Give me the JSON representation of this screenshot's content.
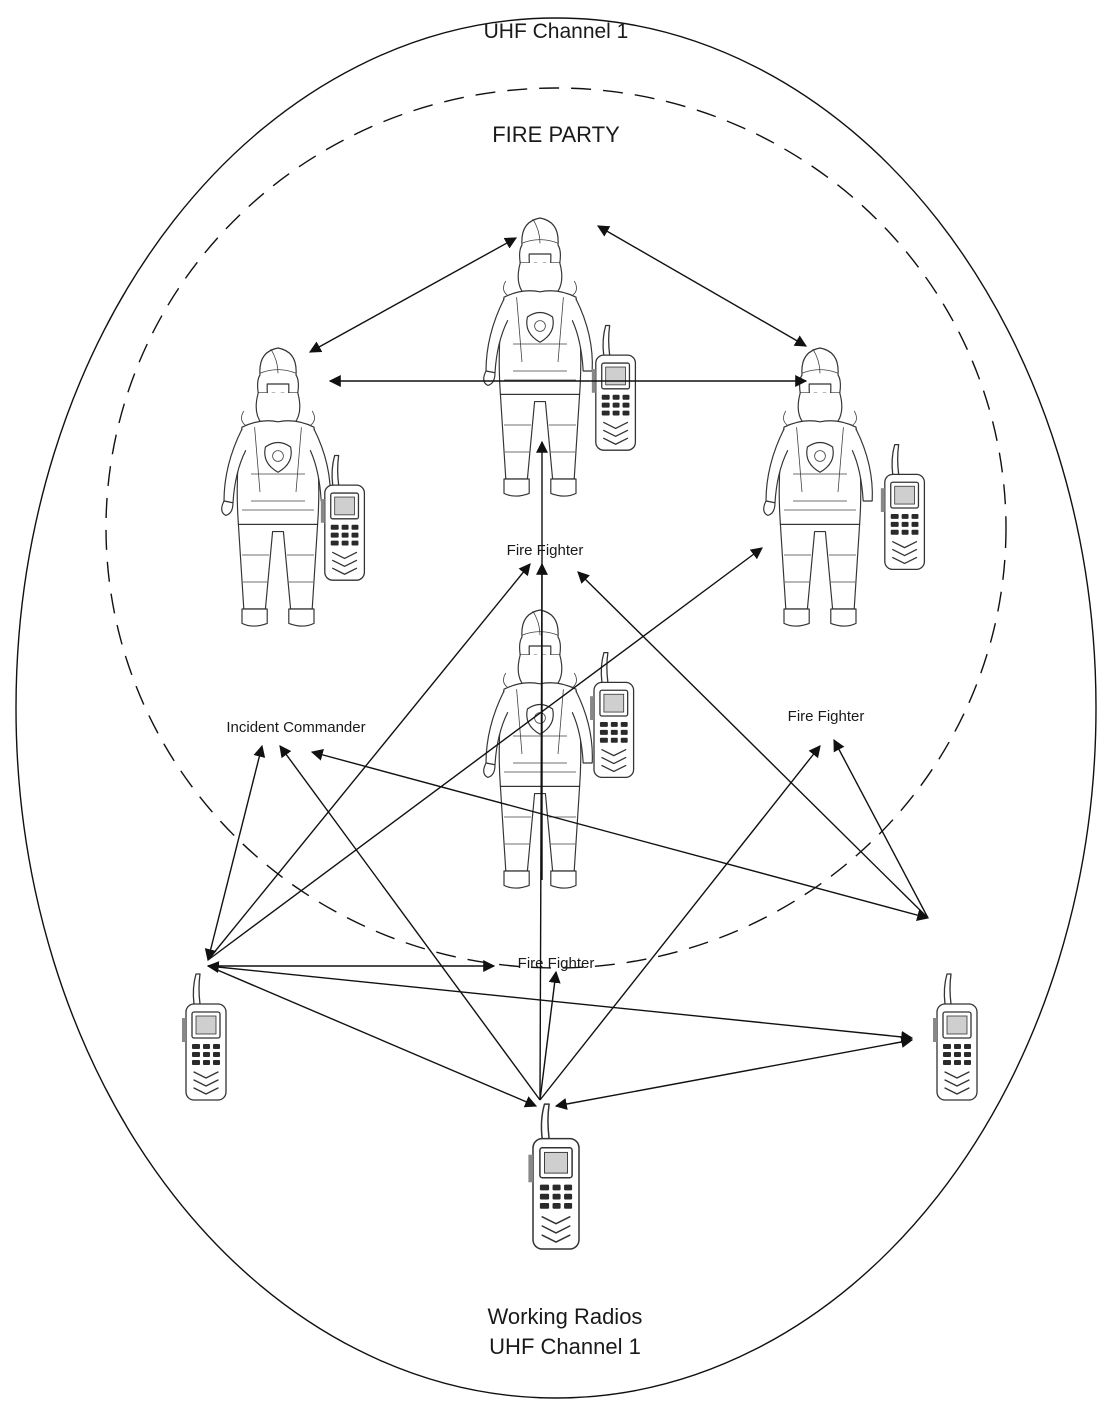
{
  "labels": {
    "outer_channel": "UHF Channel 1",
    "fire_party": "FIRE PARTY",
    "incident_commander": "Incident Commander",
    "fire_fighter_top": "Fire Fighter",
    "fire_fighter_right": "Fire Fighter",
    "fire_fighter_center": "Fire Fighter",
    "working_radios_line1": "Working Radios",
    "working_radios_line2": "UHF Channel 1"
  },
  "icons": {
    "person": "firefighter-icon",
    "radio": "handheld-radio-icon"
  },
  "colors": {
    "line": "#111111",
    "background": "#ffffff"
  }
}
